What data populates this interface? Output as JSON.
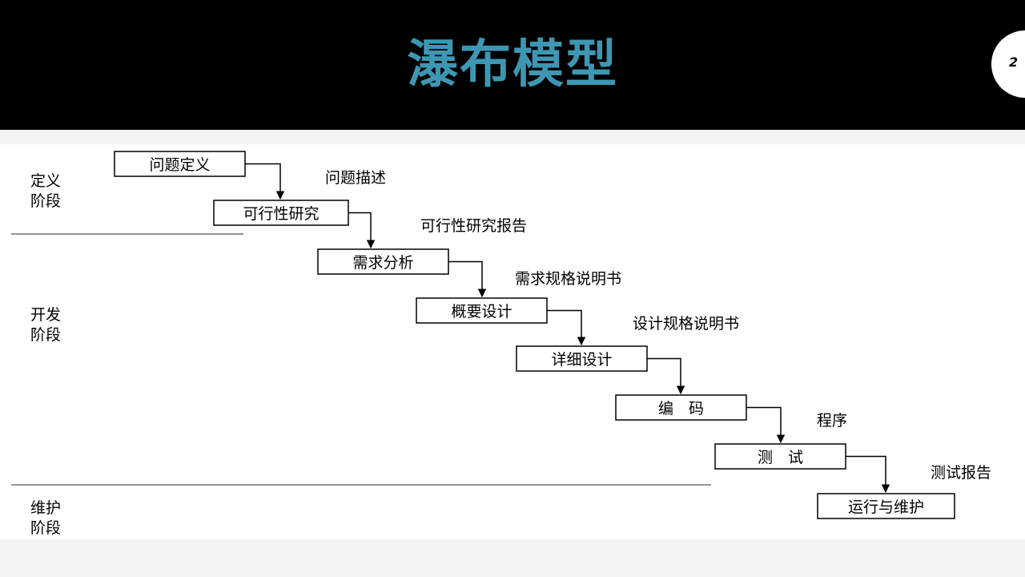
{
  "slide": {
    "title": "瀑布模型",
    "title_color": "#3d97b3",
    "header_color": "#000000",
    "page_number": "2"
  },
  "phases": [
    {
      "line1": "定义",
      "line2": "阶段"
    },
    {
      "line1": "开发",
      "line2": "阶段"
    },
    {
      "line1": "维护",
      "line2": "阶段"
    }
  ],
  "steps": [
    {
      "label": "问题定义"
    },
    {
      "label": "可行性研究"
    },
    {
      "label": "需求分析"
    },
    {
      "label": "概要设计"
    },
    {
      "label": "详细设计"
    },
    {
      "label": "编　码"
    },
    {
      "label": "测　试"
    },
    {
      "label": "运行与维护"
    }
  ],
  "outputs": [
    {
      "label": "问题描述"
    },
    {
      "label": "可行性研究报告"
    },
    {
      "label": "需求规格说明书"
    },
    {
      "label": "设计规格说明书"
    },
    {
      "label": "程序"
    },
    {
      "label": "测试报告"
    }
  ]
}
